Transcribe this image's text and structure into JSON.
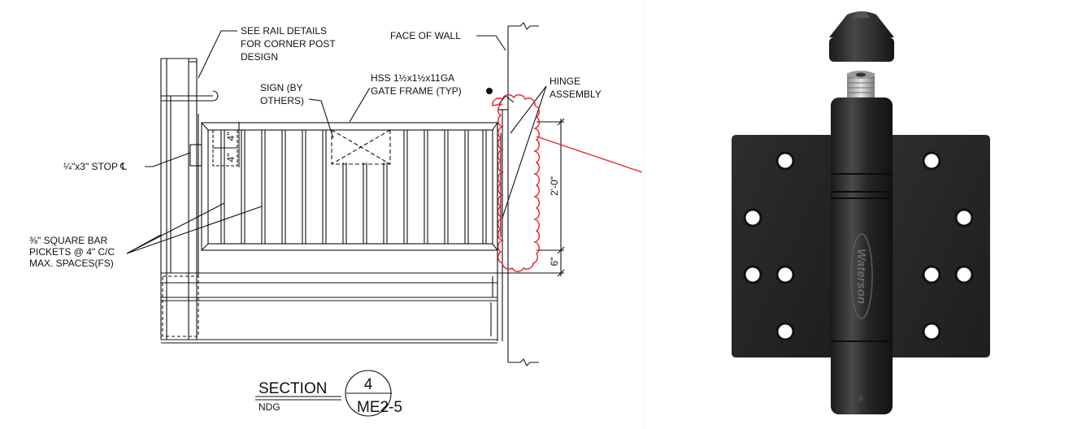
{
  "drawing": {
    "labels": {
      "rail_details": [
        "SEE RAIL DETAILS",
        "FOR CORNER POST",
        "DESIGN"
      ],
      "face_of_wall": "FACE OF WALL",
      "sign": [
        "SIGN (BY",
        "OTHERS)"
      ],
      "hss_frame": [
        "HSS 1½x1½x11GA",
        "GATE FRAME (TYP)"
      ],
      "hinge": [
        "HINGE",
        "ASSEMBLY"
      ],
      "stop_plate": "¼\"x3\" STOP ℄",
      "pickets": [
        "⅜\" SQUARE BAR",
        "PICKETS @ 4\" C/C",
        "MAX. SPACES(FS)"
      ],
      "dim_4a": "4\"",
      "dim_4b": "4\"",
      "dim_2ft": "2'-0\"",
      "dim_6in": "6\""
    },
    "section": {
      "word": "SECTION",
      "scale": "NDG",
      "number": "4",
      "sheet": "ME2-5"
    },
    "colors": {
      "line": "#111111",
      "revision_cloud": "#e8202a",
      "leader": "#e8202a"
    }
  },
  "product": {
    "brand": "Waterson",
    "colors": {
      "body": "#262626",
      "highlight": "#4a4a4a",
      "steel": "#bdbdbd"
    }
  }
}
